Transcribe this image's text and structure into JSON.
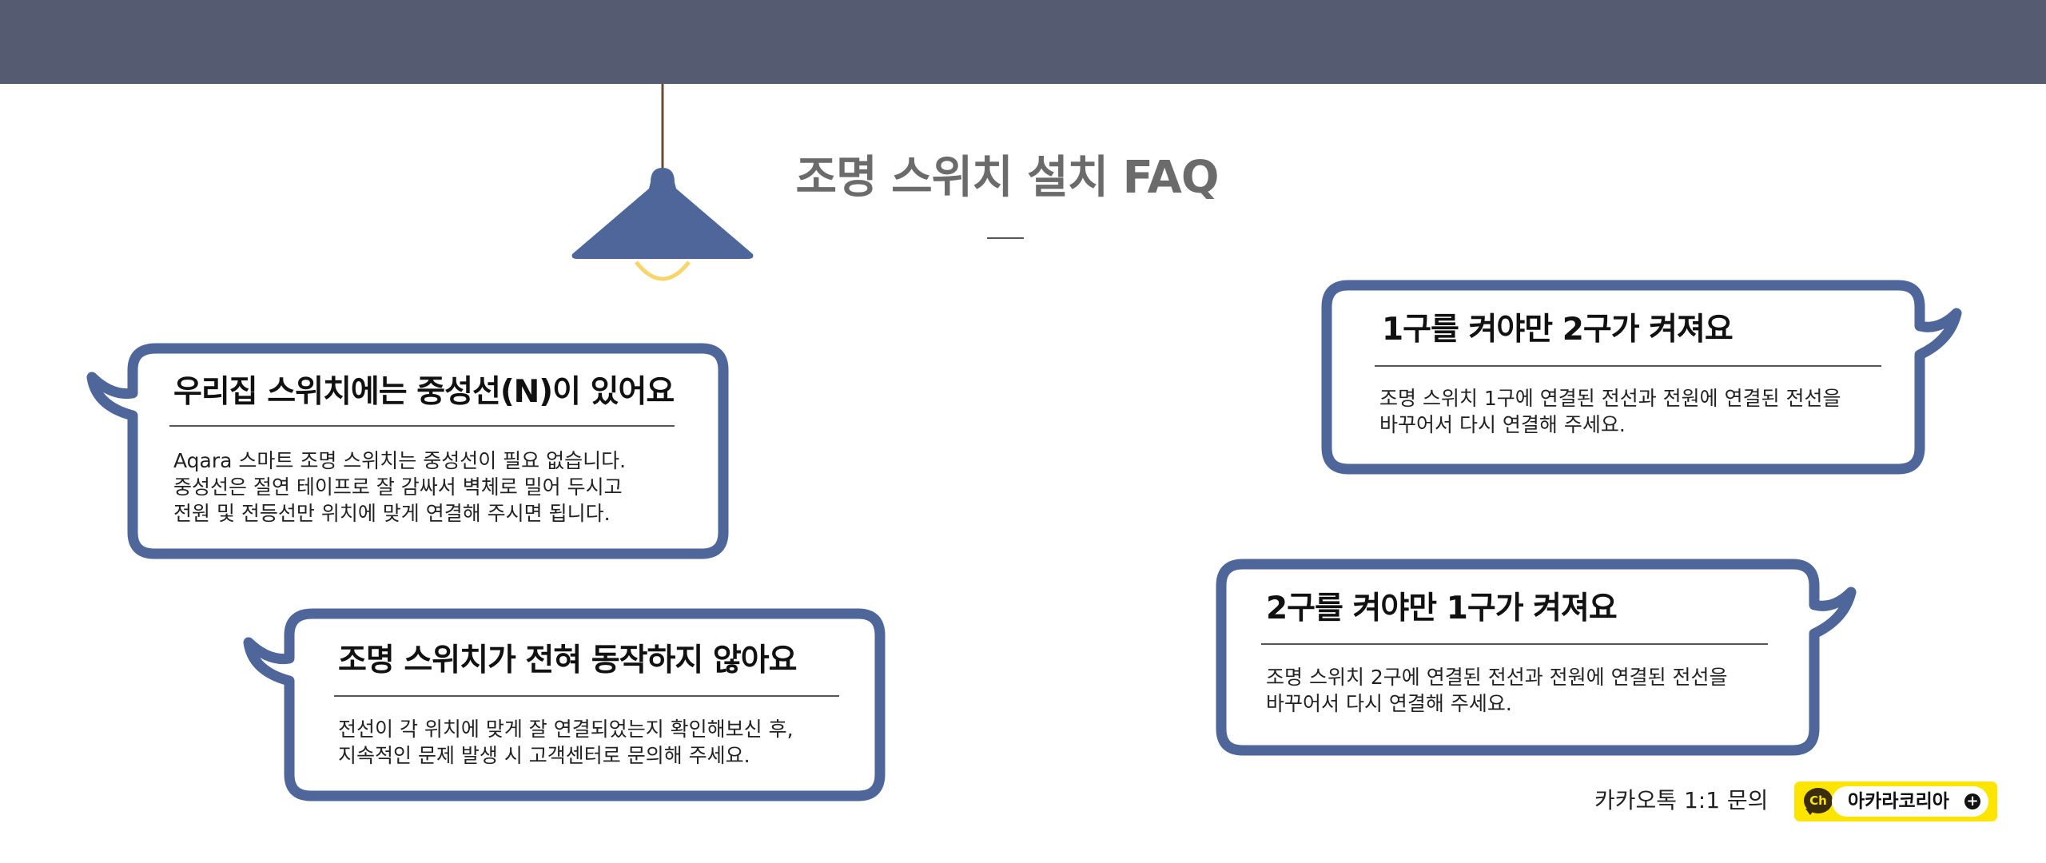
{
  "page": {
    "title": "조명 스위치 설치 FAQ"
  },
  "colors": {
    "topbar": "#555b71",
    "bubble_border": "#4e6699",
    "lamp_shade": "#4e6699",
    "bulb_glow": "#f6d56b",
    "kakao_yellow": "#fde500"
  },
  "faq": [
    {
      "question": "우리집 스위치에는 중성선(N)이 있어요",
      "answer_lines": [
        "Aqara 스마트 조명 스위치는 중성선이 필요 없습니다.",
        "중성선은 절연 테이프로 잘 감싸서 벽체로 밀어 두시고",
        "전원 및 전등선만 위치에 맞게 연결해 주시면 됩니다."
      ]
    },
    {
      "question": "조명 스위치가 전혀 동작하지 않아요",
      "answer_lines": [
        "전선이 각 위치에 맞게 잘 연결되었는지 확인해보신 후,",
        "지속적인 문제 발생 시 고객센터로 문의해 주세요."
      ]
    },
    {
      "question": "1구를 켜야만 2구가 켜져요",
      "answer_lines": [
        "조명 스위치 1구에 연결된 전선과 전원에 연결된 전선을",
        "바꾸어서 다시 연결해 주세요."
      ]
    },
    {
      "question": "2구를 켜야만 1구가 켜져요",
      "answer_lines": [
        "조명 스위치 2구에 연결된 전선과 전원에 연결된 전선을",
        "바꾸어서 다시 연결해 주세요."
      ]
    }
  ],
  "kakao": {
    "label": "카카오톡 1:1 문의",
    "badge": "Ch",
    "channel_name": "아카라코리아",
    "plus": "+"
  }
}
